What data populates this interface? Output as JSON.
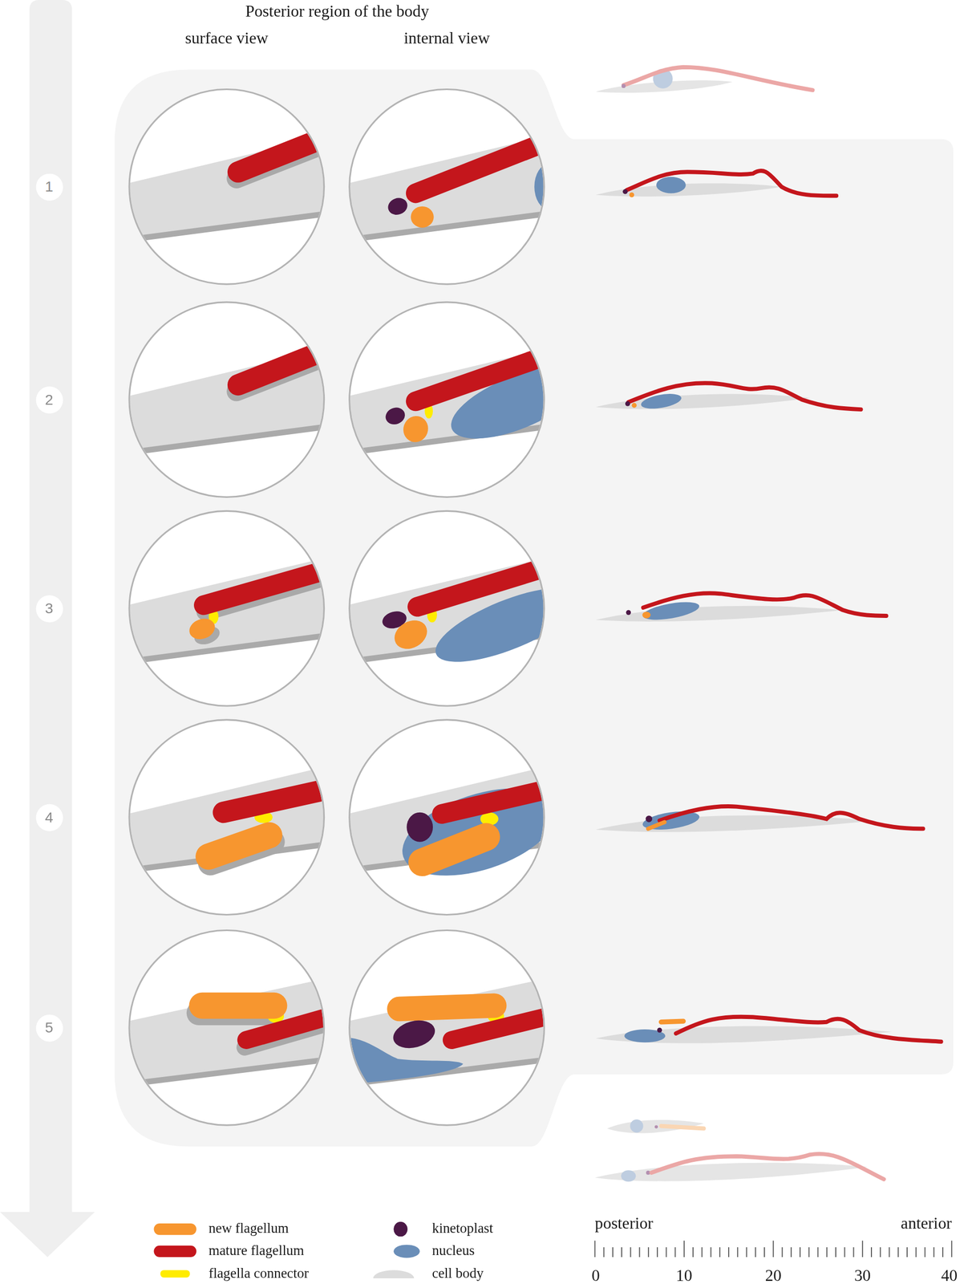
{
  "diagram": {
    "title": "Posterior region of the body",
    "nodes": [
      {
        "text": [
          "1"
        ]
      },
      {
        "text": [
          "2"
        ]
      },
      {
        "text": [
          "3"
        ]
      },
      {
        "text": [
          "4"
        ]
      },
      {
        "text": [
          "5"
        ]
      }
    ],
    "labels": [
      "surface view",
      "internal view",
      "posterior",
      "anterior",
      "0",
      "10",
      "20",
      "30",
      "40"
    ],
    "legend": [
      {
        "text": "new flagellum",
        "color": "#f7962f"
      },
      {
        "text": "mature flagellum",
        "color": "#c4161c"
      },
      {
        "text": "flagella connector",
        "color": "#ffec00"
      },
      {
        "text": "kinetoplast",
        "color": "#4b1846"
      },
      {
        "text": "nucleus",
        "color": "#6a8eb8"
      },
      {
        "text": "cell body",
        "color": "#dcdcdc"
      }
    ]
  }
}
